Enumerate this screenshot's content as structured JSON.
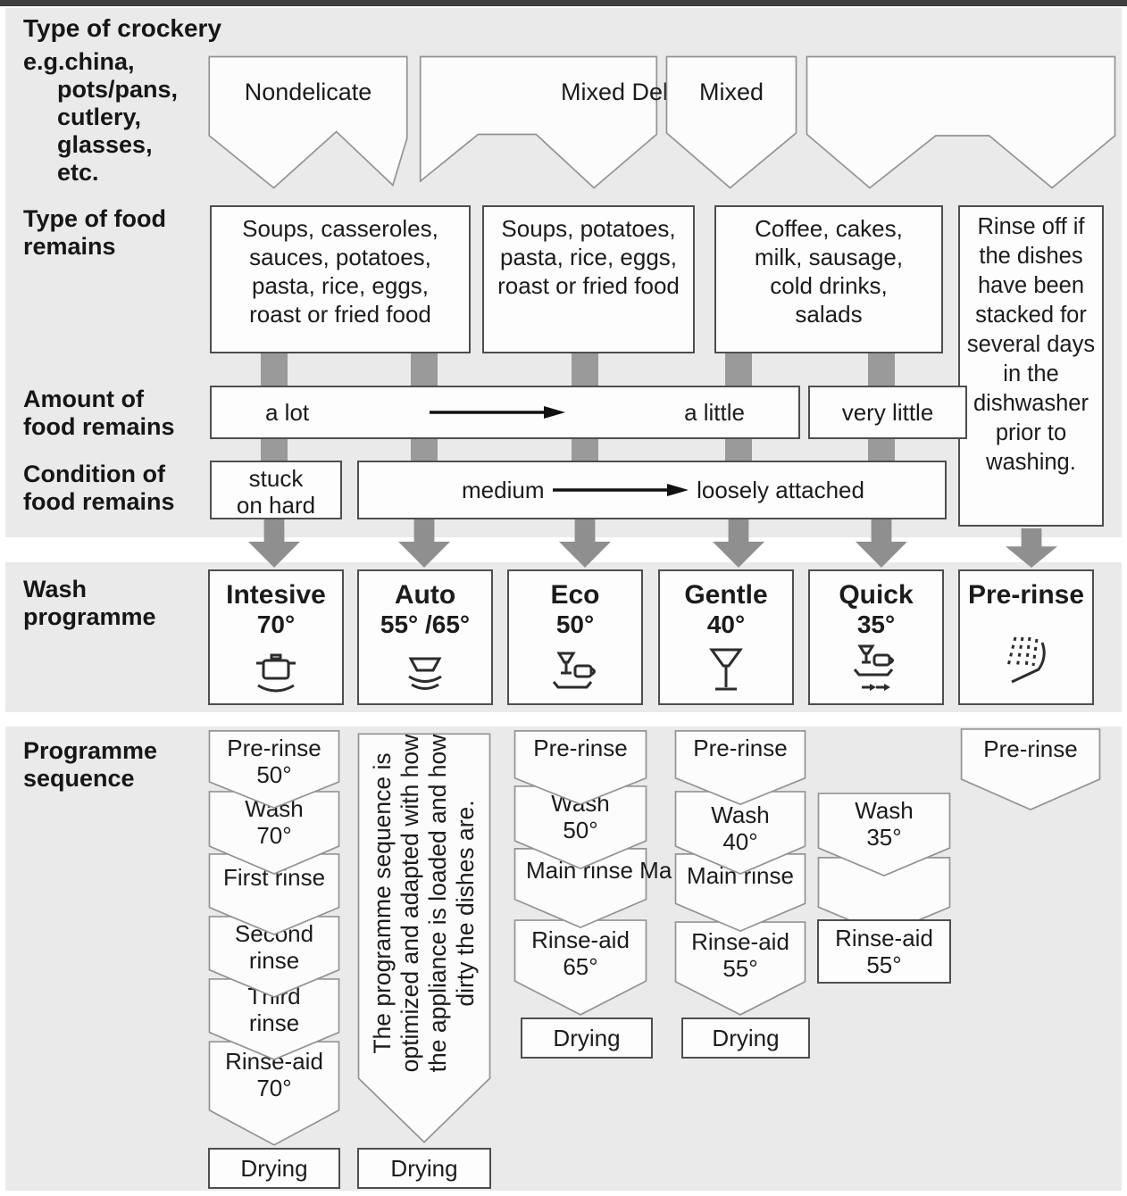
{
  "labels": {
    "crockery_title": "Type of crockery",
    "crockery_eg": [
      "e.g.china,",
      "pots/pans,",
      "cutlery,",
      "glasses,",
      "etc."
    ],
    "food": [
      "Type of food",
      "remains"
    ],
    "amount": [
      "Amount of",
      "food remains"
    ],
    "condition": [
      "Condition of",
      "food remains"
    ],
    "wash": [
      "Wash",
      "programme"
    ],
    "sequence": [
      "Programme",
      "sequence"
    ]
  },
  "banners": [
    {
      "label": "Nondelicate"
    },
    {
      "label": "Mixed Delicate"
    },
    {
      "label": "Mixed"
    },
    {
      "label": ""
    }
  ],
  "food_boxes": [
    {
      "lines": [
        "Soups, casseroles,",
        "sauces, potatoes,",
        "pasta, rice, eggs,",
        "roast or fried food"
      ]
    },
    {
      "lines": [
        "Soups, potatoes,",
        "pasta, rice, eggs,",
        "roast or fried food"
      ]
    },
    {
      "lines": [
        "Coffee, cakes,",
        "milk, sausage,",
        "cold drinks,",
        "salads"
      ]
    }
  ],
  "rinse_note": "Rinse off if the dishes have been stacked for several days in the dishwasher prior to washing.",
  "amount": {
    "a_lot": "a lot",
    "a_little": "a little",
    "very_little": "very little"
  },
  "condition": {
    "stuck_1": "stuck",
    "stuck_2": "on hard",
    "medium": "medium",
    "loosely": "loosely attached"
  },
  "programmes": [
    {
      "name": "Intesive",
      "temp": "70°",
      "icon": "pot-icon"
    },
    {
      "name": "Auto",
      "temp": "55° /65°",
      "icon": "stacked-dishes-icon"
    },
    {
      "name": "Eco",
      "temp": "50°",
      "icon": "glass-and-cup-icon"
    },
    {
      "name": "Gentle",
      "temp": "40°",
      "icon": "wine-glass-icon"
    },
    {
      "name": "Quick",
      "temp": "35°",
      "icon": "glass-cup-arrows-icon"
    },
    {
      "name": "Pre-rinse",
      "temp": "",
      "icon": "spray-jets-icon"
    }
  ],
  "seq": {
    "intensive": [
      {
        "l1": "Pre-rinse",
        "l2": "50°"
      },
      {
        "l1": "Wash",
        "l2": "70°"
      },
      {
        "l1": "First rinse",
        "l2": ""
      },
      {
        "l1": "Second",
        "l2": "rinse"
      },
      {
        "l1": "Third",
        "l2": "rinse"
      },
      {
        "l1": "Rinse-aid",
        "l2": "70°"
      },
      {
        "l1": "Drying",
        "l2": ""
      }
    ],
    "auto": {
      "note_lines": [
        "The programme sequence is",
        "optimized and adapted with how",
        "the appliance is loaded and how",
        "dirty the dishes are."
      ],
      "drying": "Drying"
    },
    "eco": [
      {
        "l1": "Pre-rinse",
        "l2": ""
      },
      {
        "l1": "Wash",
        "l2": "50°"
      },
      {
        "l1": "Main rinse Ma",
        "l2": ""
      },
      {
        "l1": "Rinse-aid",
        "l2": "65°"
      },
      {
        "l1": "Drying",
        "l2": ""
      }
    ],
    "gentle": [
      {
        "l1": "Pre-rinse",
        "l2": ""
      },
      {
        "l1": "Wash",
        "l2": "40°"
      },
      {
        "l1": "Main rinse",
        "l2": ""
      },
      {
        "l1": "Rinse-aid",
        "l2": "55°"
      },
      {
        "l1": "Drying",
        "l2": ""
      }
    ],
    "quick": [
      {
        "l1": "Wash",
        "l2": "35°"
      },
      {
        "l1": "Rinse-aid",
        "l2": "55°"
      }
    ],
    "prerinse": [
      {
        "l1": "Pre-rinse",
        "l2": ""
      }
    ]
  },
  "colors": {
    "panel": "#eaeaea",
    "bar": "#9a9a9a",
    "border": "#4e4e4e",
    "text": "#1b1b1b"
  }
}
